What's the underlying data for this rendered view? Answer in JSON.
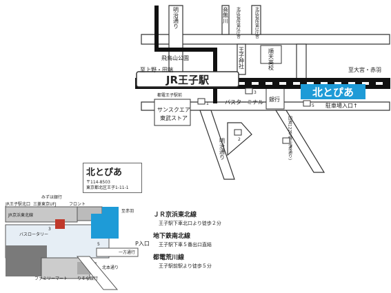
{
  "station": {
    "name": "JR王子駅"
  },
  "venue": {
    "name": "北とぴあ",
    "postal": "〒114-8503",
    "address": "東京都北区王子1-11-1"
  },
  "roads": {
    "meiji_north": "明治通り",
    "meiji_south": "明治通り",
    "otonashi": "音無川",
    "kitahondori": "北本通り",
    "kokudo": "国道122号線(北本通り)"
  },
  "places": {
    "asukayama": "飛鳥山公園",
    "oji_jinja": "王子神社",
    "ward_office_1": "北区役所第1庁舎",
    "ward_office_2": "北区役所第2庁舎",
    "kita_high": "順天高校",
    "bank": "銀行",
    "sunsquare": "サンスクエア",
    "tobu": "東武ストア",
    "bus_terminal": "バスターミナル",
    "parking": "駐車場入口↑",
    "toden_stop": "都電王子駅前",
    "to_kaminakazato": "至上野・田端",
    "to_omiya": "至大宮・赤羽"
  },
  "inset": {
    "rotary": "バスロータリー",
    "jr_north": "JR王子駅北口",
    "jr_line": "JR京浜東北線",
    "front": "フロント",
    "mizuho": "みずほ銀行",
    "mitsubishi": "三菱東京UFJ",
    "to_akabane": "至赤羽",
    "parking_in": "P入口",
    "oneway": "一方通行",
    "kitahondori": "北本通り",
    "familymart": "ファミリーマート",
    "resona": "りそな銀行",
    "exit5": "5",
    "exit3": "3"
  },
  "routes": [
    {
      "line": "ＪＲ京浜東北線",
      "detail": "王子駅下車北口より徒歩２分"
    },
    {
      "line": "地下鉄南北線",
      "detail": "王子駅下車５番出口直結"
    },
    {
      "line": "都電荒川線",
      "detail": "王子駅前駅より徒歩５分"
    }
  ],
  "exits": {
    "e1": "1",
    "e2": "2",
    "e3": "3",
    "e4": "4",
    "e5": "5"
  },
  "colors": {
    "venue_blue": "#1e9bd7",
    "track": "#111111",
    "road": "#ffffff",
    "road_edge": "#333333"
  }
}
